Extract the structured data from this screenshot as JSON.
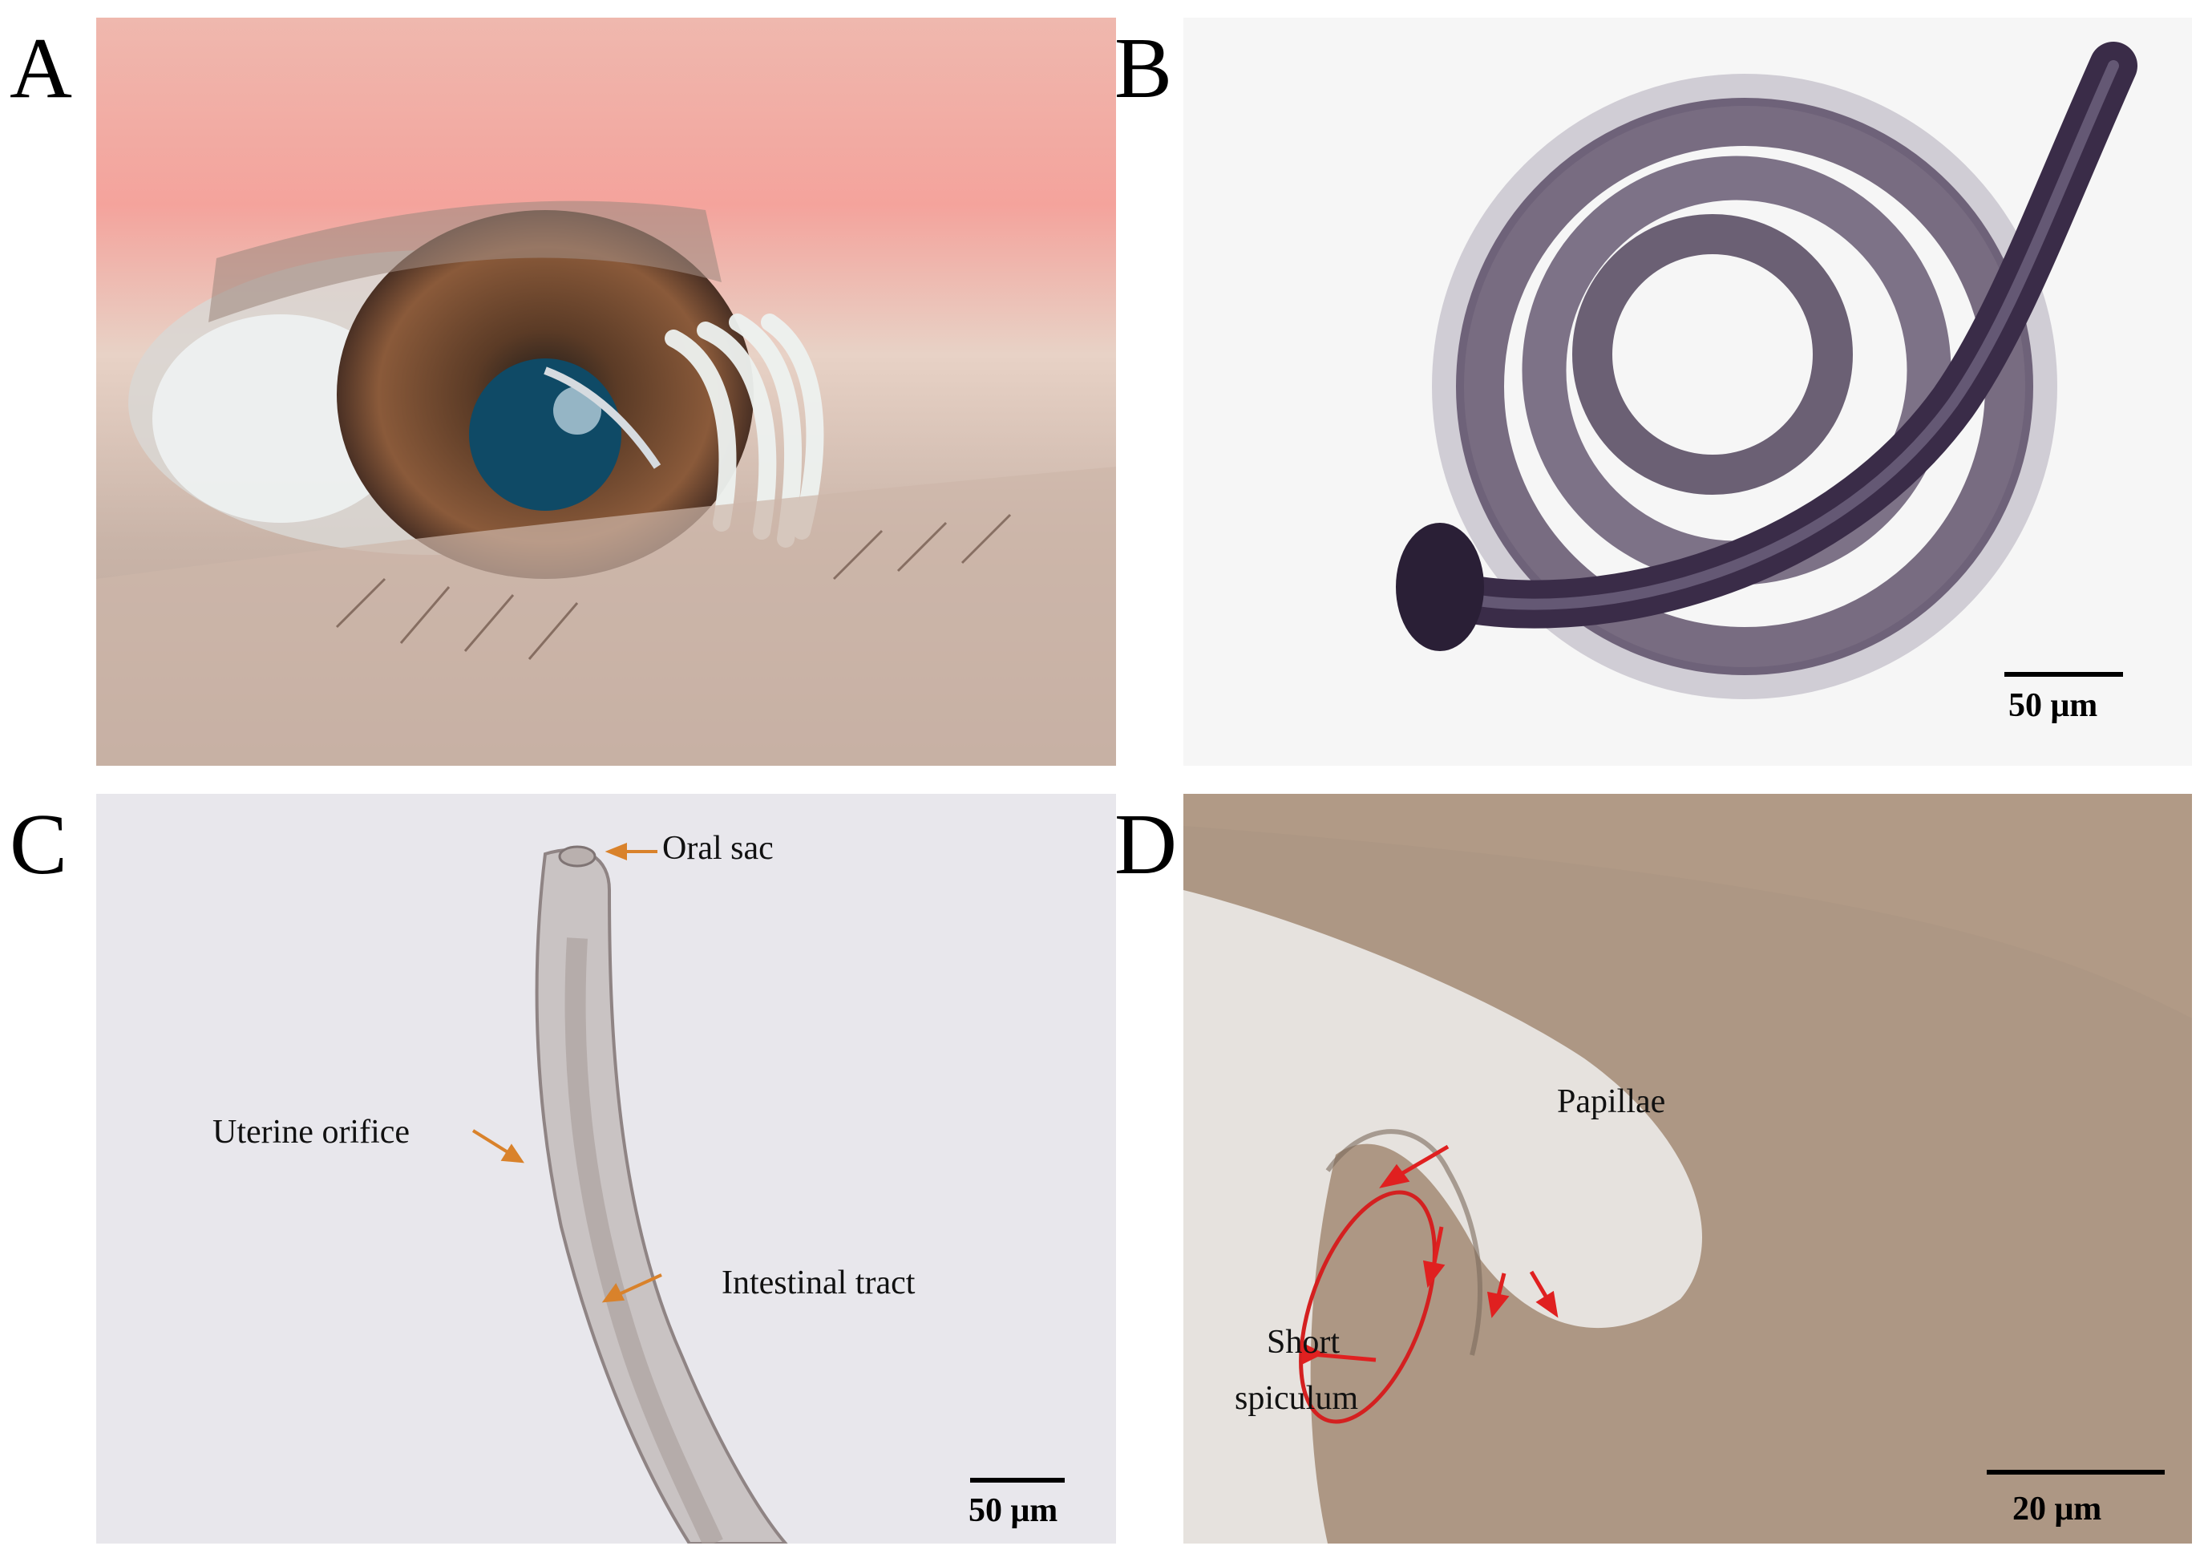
{
  "panels": {
    "A": {
      "label": "A"
    },
    "B": {
      "label": "B",
      "scale": "50 μm"
    },
    "C": {
      "label": "C",
      "scale": "50 μm",
      "annotations": {
        "oral_sac": "Oral sac",
        "uterine_orifice": "Uterine orifice",
        "intestinal_tract": "Intestinal tract"
      }
    },
    "D": {
      "label": "D",
      "scale": "20 μm",
      "annotations": {
        "papillae": "Papillae",
        "short_spiculum_1": "Short",
        "short_spiculum_2": "spiculum"
      }
    }
  },
  "colors": {
    "annotation_arrow_C": "#d9822b",
    "annotation_arrow_D": "#e02020"
  }
}
